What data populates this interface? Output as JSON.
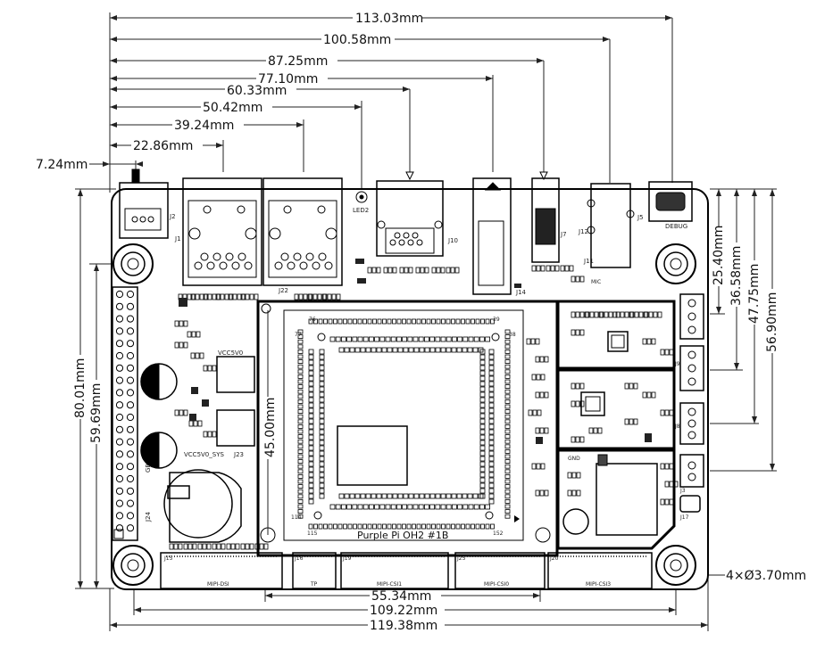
{
  "drawing": {
    "board_label": "Purple Pi OH2 #1B",
    "hole_note": "4×Ø3.70mm",
    "top_dims": [
      "113.03mm",
      "100.58mm",
      "87.25mm",
      "77.10mm",
      "60.33mm",
      "50.42mm",
      "39.24mm",
      "22.86mm",
      "7.24mm"
    ],
    "bottom_dims": [
      "55.34mm",
      "109.22mm",
      "119.38mm"
    ],
    "left_dims": [
      "80.01mm",
      "59.69mm"
    ],
    "right_dims": [
      "25.40mm",
      "36.58mm",
      "47.75mm",
      "56.90mm"
    ],
    "module_dim": "45.00mm",
    "connector_labels": {
      "mipi_dsi": "MIPI-DSI",
      "tp": "TP",
      "mipi_csi1": "MIPI-CSI1",
      "mipi_csi0": "MIPI-CSI0",
      "mipi_csi3": "MIPI-CSI3"
    },
    "refdes": {
      "j1": "J1",
      "j2": "J2",
      "j3": "J3",
      "j5": "J5",
      "j7": "J7",
      "j8": "J8",
      "j9": "J9",
      "j10": "J10",
      "j11": "J11",
      "j12": "J12",
      "j14": "J14",
      "j15": "J15",
      "j16": "J16",
      "j17": "J17",
      "j19": "J19",
      "j20": "J20",
      "j22": "J22",
      "j23": "J23",
      "j24": "J24",
      "j25": "J25",
      "led2": "LED2",
      "debug": "DEBUG",
      "gnd": "GND",
      "gpio": "GPIO",
      "mic": "MIC",
      "vcc5v0": "VCC5V0",
      "vcc5v0_sys": "VCC5V0_SYS"
    },
    "pin_numbers": {
      "p76": "76",
      "p77": "77",
      "p39": "39",
      "p38": "38",
      "p114": "114",
      "p115": "115",
      "p152": "152"
    }
  }
}
